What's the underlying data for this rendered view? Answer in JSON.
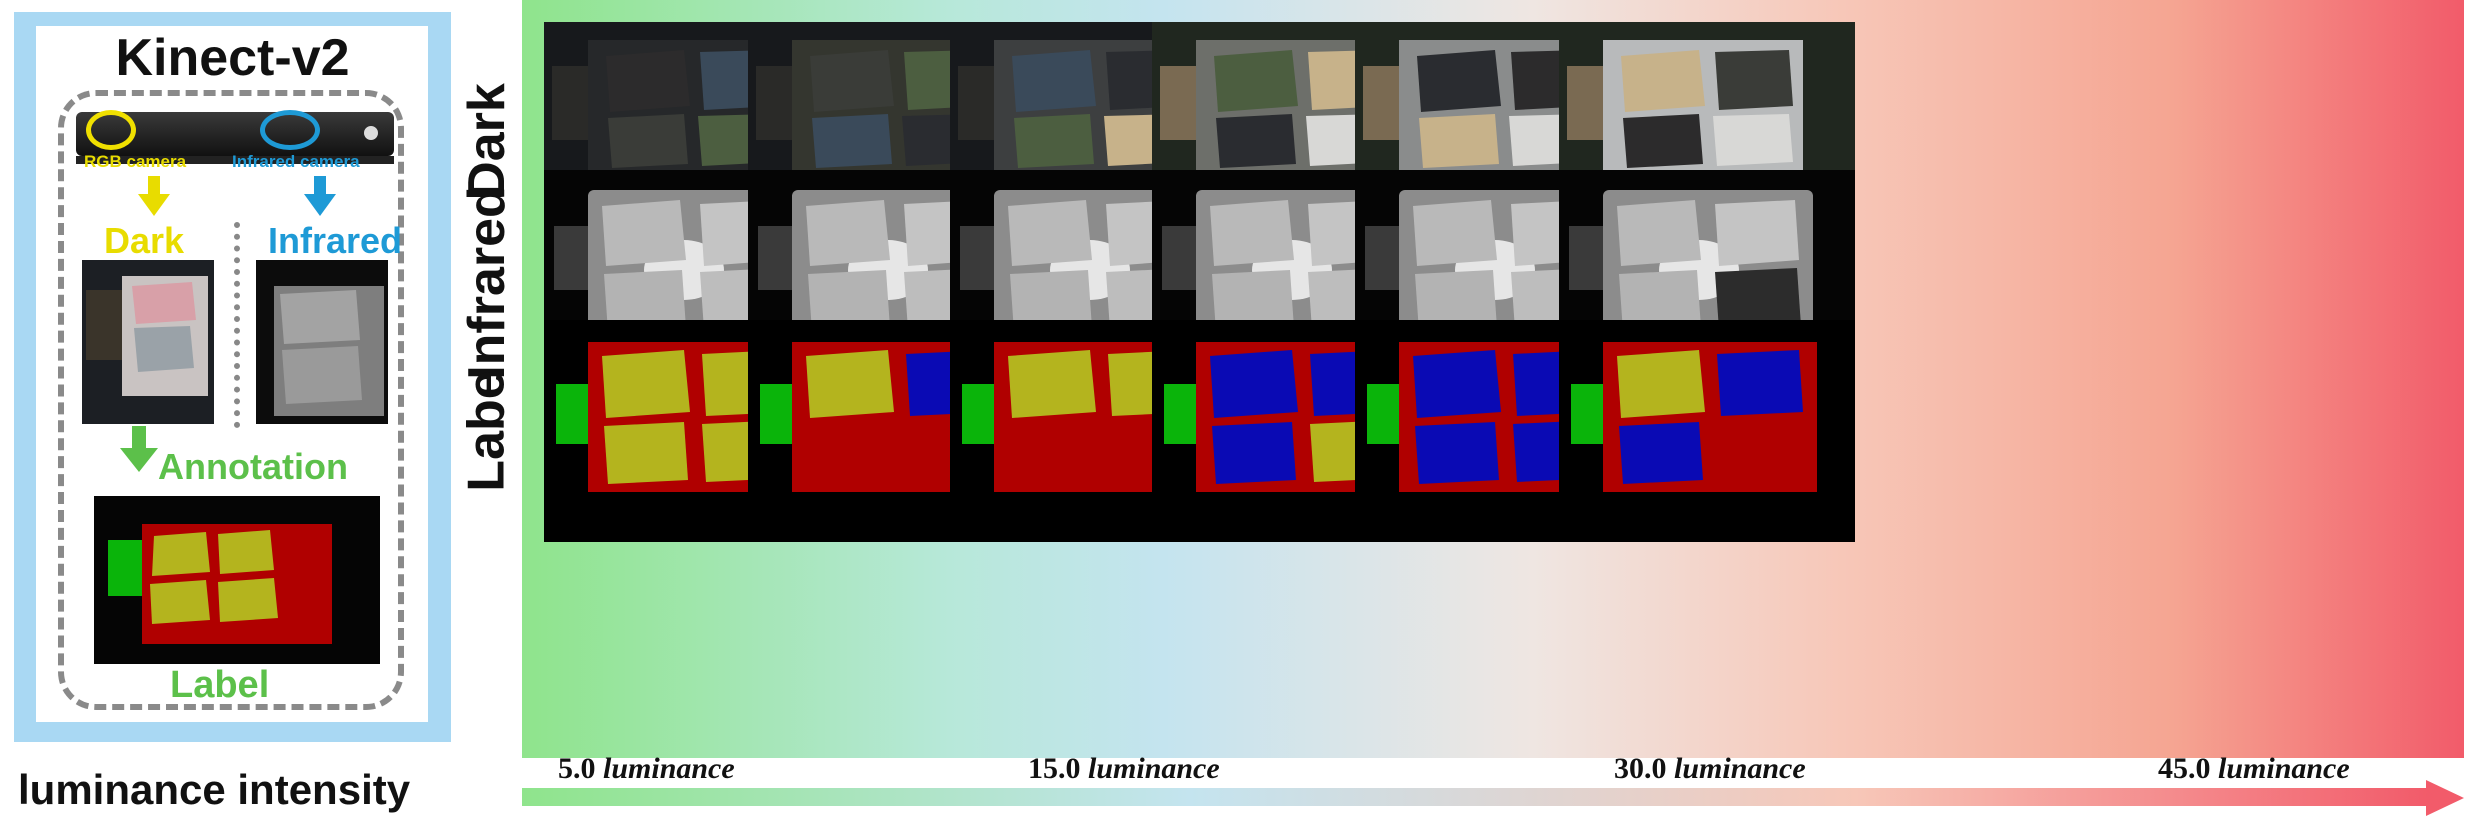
{
  "left_panel": {
    "title": "Kinect-v2",
    "rgb_camera": "RGB camera",
    "infrared_camera": "Infrared camera",
    "dark": "Dark",
    "infrared": "Infrared",
    "annotation": "Annotation",
    "label": "Label"
  },
  "heading": "luminance intensity",
  "rows": [
    "Dark",
    "Infrared",
    "Labe"
  ],
  "columns": [
    {
      "value": "5.0",
      "unit": "luminance"
    },
    {
      "value": "15.0",
      "unit": "luminance"
    },
    {
      "value": "30.0",
      "unit": "luminance"
    },
    {
      "value": "45.0",
      "unit": "luminance"
    }
  ],
  "colors": {
    "panel_bg": "#a9d8f3",
    "yellow": "#e8dc00",
    "blue": "#1e9ad6",
    "green": "#5cc04a",
    "label_table": "#b00000",
    "label_cloth_yellow": "#b4b41e",
    "label_cloth_blue": "#0a0ab4",
    "label_box": "#0ab40a",
    "gradient_start": "#8fe48c",
    "gradient_end": "#f25b6a"
  }
}
